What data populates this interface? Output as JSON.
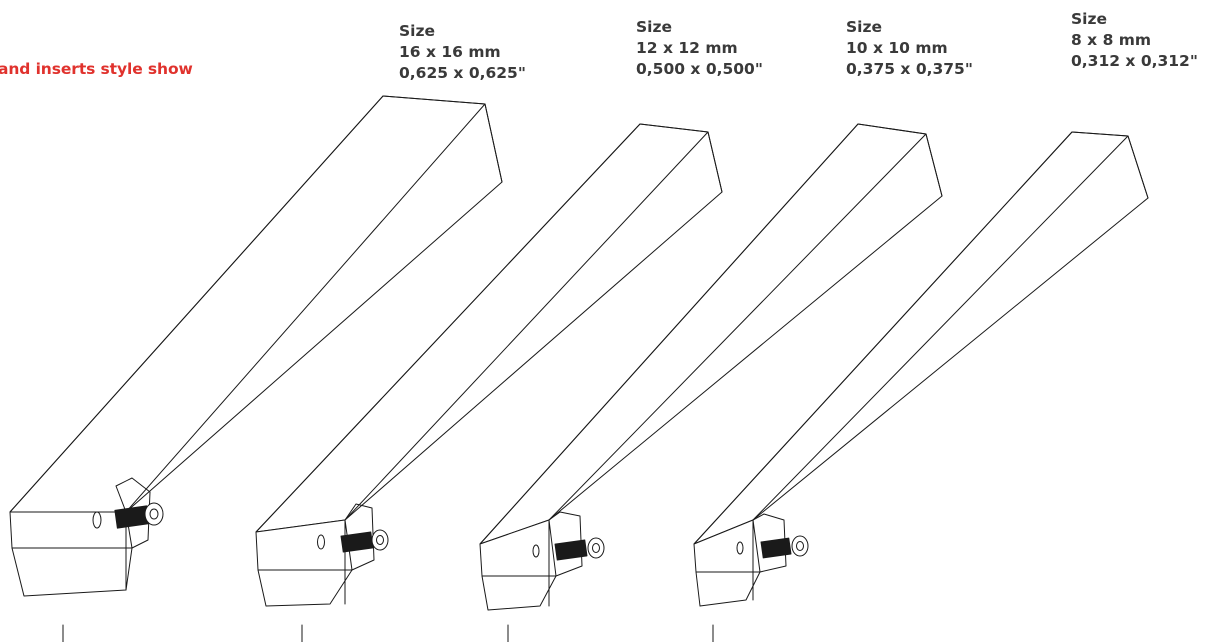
{
  "heading": "and inserts style show",
  "tools": [
    {
      "size_label": "Size",
      "metric": "16 x 16 mm",
      "imperial": "0,625 x 0,625\""
    },
    {
      "size_label": "Size",
      "metric": "12 x 12 mm",
      "imperial": "0,500 x 0,500\""
    },
    {
      "size_label": "Size",
      "metric": "10 x 10 mm",
      "imperial": "0,375 x 0,375\""
    },
    {
      "size_label": "Size",
      "metric": "8 x 8 mm",
      "imperial": "0,312 x 0,312\""
    }
  ],
  "colors": {
    "heading": "#e0322d",
    "text": "#3a3a3a",
    "line": "#1a1a1a"
  }
}
